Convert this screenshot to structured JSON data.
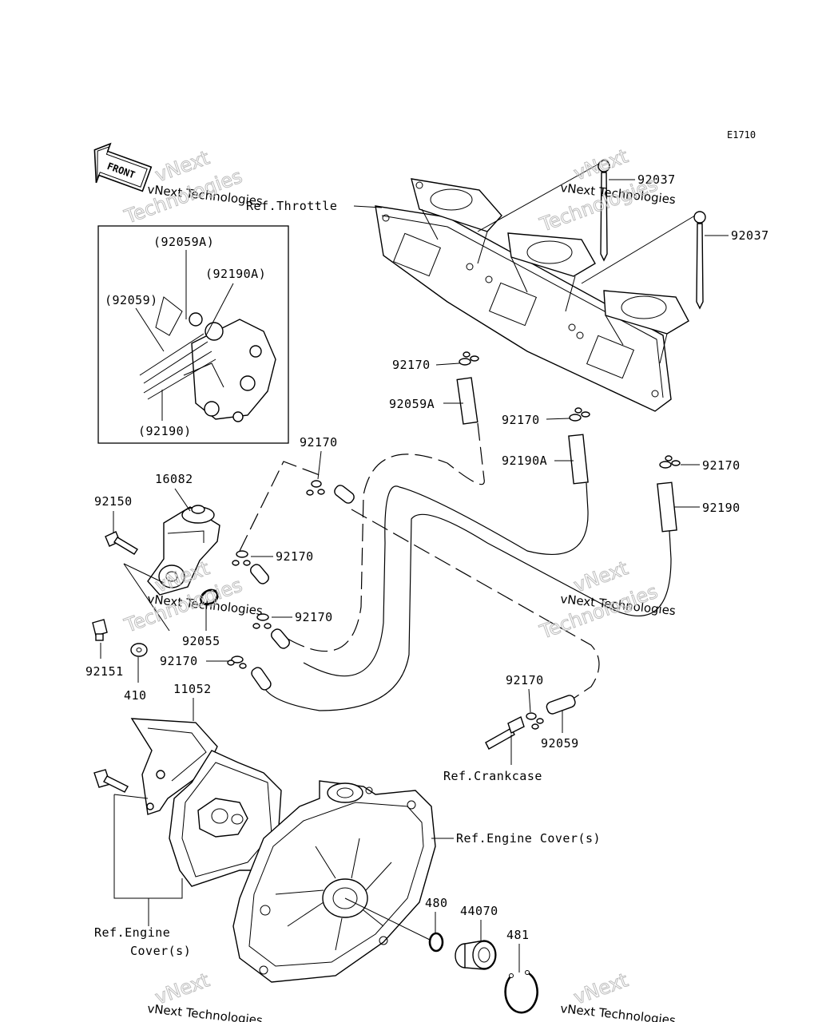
{
  "diagram_code": "E1710",
  "front_label": "FRONT",
  "references": {
    "throttle": "Ref.Throttle",
    "crankcase": "Ref.Crankcase",
    "engine_cover_right": "Ref.Engine Cover(s)",
    "engine_cover_left_line1": "Ref.Engine",
    "engine_cover_left_line2": "Cover(s)"
  },
  "inset": {
    "labels": [
      "(92059A)",
      "(92190A)",
      "(92059)",
      "(92190)"
    ]
  },
  "part_numbers": {
    "p92037_a": "92037",
    "p92037_b": "92037",
    "p92170_a": "92170",
    "p92059A": "92059A",
    "p92170_b": "92170",
    "p92190A": "92190A",
    "p92170_c": "92170",
    "p92190": "92190",
    "p92170_d": "92170",
    "p16082": "16082",
    "p92150": "92150",
    "p92170_e": "92170",
    "p92170_f": "92170",
    "p92055": "92055",
    "p92151": "92151",
    "p92170_g": "92170",
    "p410": "410",
    "p11052": "11052",
    "p92170_h": "92170",
    "p92059": "92059",
    "p480": "480",
    "p44070": "44070",
    "p481": "481"
  },
  "watermark": {
    "line_small": "vNext Technologies",
    "line_big_a": "vNext",
    "line_big_b": "Technologies"
  }
}
